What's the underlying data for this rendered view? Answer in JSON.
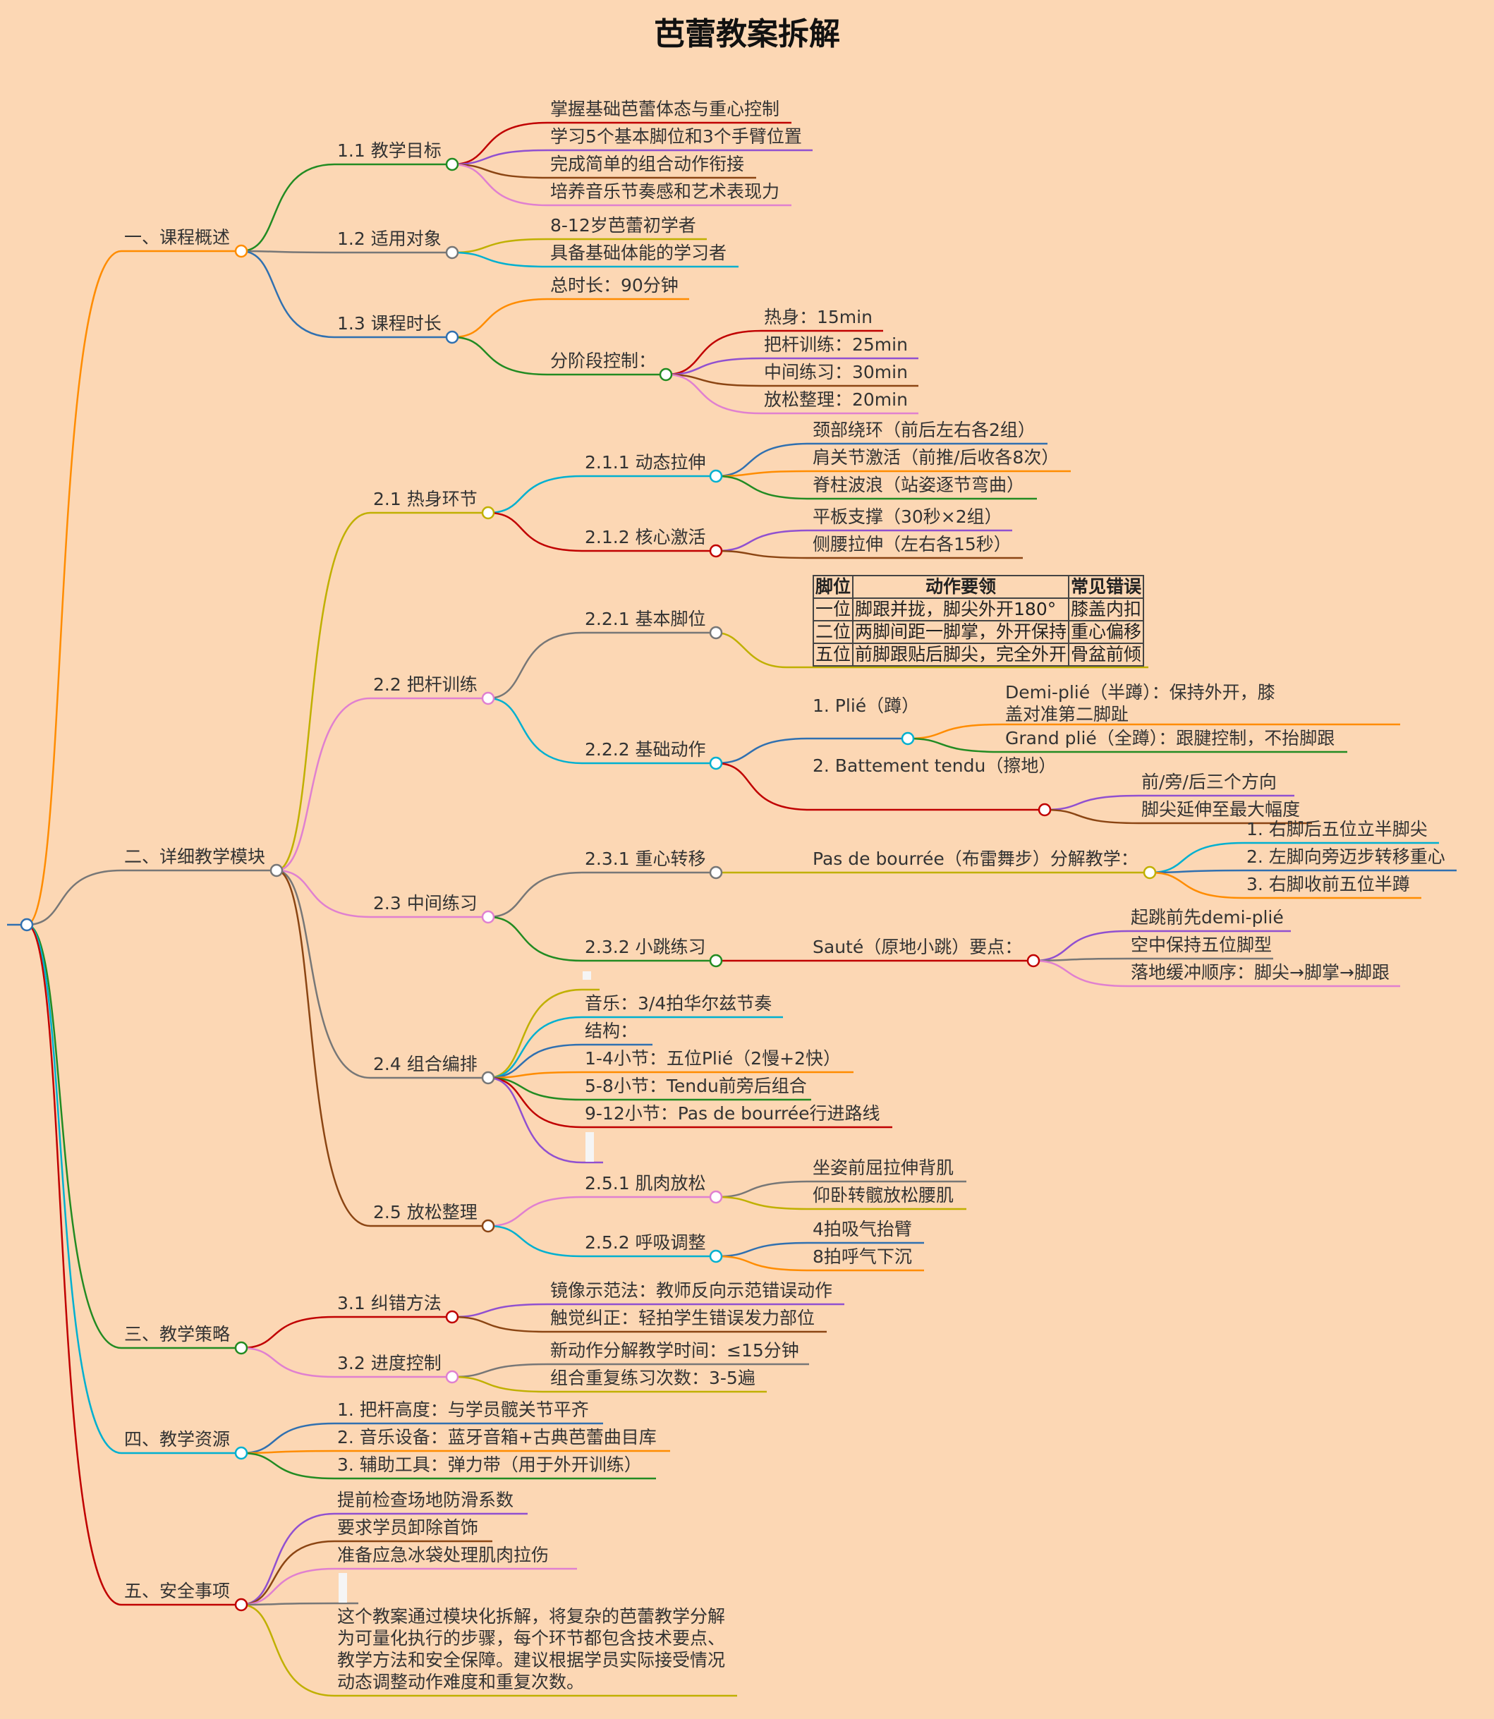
{
  "title": "芭蕾教案拆解",
  "colors": {
    "background": "#fcd7b4",
    "node_fill": "#ffffff",
    "palette": [
      "#ff8c00",
      "#777777",
      "#228b22",
      "#00b0d0",
      "#c00000",
      "#3070b0",
      "#c0b000",
      "#9050d0",
      "#e080d0",
      "#8b4513"
    ]
  },
  "root": {
    "children": [
      {
        "label": "一、课程概述",
        "children": [
          {
            "label": "1.1 教学目标",
            "children": [
              {
                "label": "掌握基础芭蕾体态与重心控制"
              },
              {
                "label": "学习5个基本脚位和3个手臂位置"
              },
              {
                "label": "完成简单的组合动作衔接"
              },
              {
                "label": "培养音乐节奏感和艺术表现力"
              }
            ]
          },
          {
            "label": "1.2 适用对象",
            "children": [
              {
                "label": "8-12岁芭蕾初学者"
              },
              {
                "label": "具备基础体能的学习者"
              }
            ]
          },
          {
            "label": "1.3 课程时长",
            "children": [
              {
                "label": "总时长：90分钟"
              },
              {
                "label": "分阶段控制：",
                "children": [
                  {
                    "label": "热身：15min"
                  },
                  {
                    "label": "把杆训练：25min"
                  },
                  {
                    "label": "中间练习：30min"
                  },
                  {
                    "label": "放松整理：20min"
                  }
                ]
              }
            ]
          }
        ]
      },
      {
        "label": "二、详细教学模块",
        "children": [
          {
            "label": "2.1 热身环节",
            "children": [
              {
                "label": "2.1.1 动态拉伸",
                "children": [
                  {
                    "label": "颈部绕环（前后左右各2组）"
                  },
                  {
                    "label": "肩关节激活（前推/后收各8次）"
                  },
                  {
                    "label": "脊柱波浪（站姿逐节弯曲）"
                  }
                ]
              },
              {
                "label": "2.1.2 核心激活",
                "children": [
                  {
                    "label": "平板支撑（30秒×2组）"
                  },
                  {
                    "label": "侧腰拉伸（左右各15秒）"
                  }
                ]
              }
            ]
          },
          {
            "label": "2.2 把杆训练",
            "children": [
              {
                "label": "2.2.1 基本脚位",
                "table": {
                  "headers": [
                    "脚位",
                    "动作要领",
                    "常见错误"
                  ],
                  "rows": [
                    [
                      "一位",
                      "脚跟并拢，脚尖外开180°",
                      "膝盖内扣"
                    ],
                    [
                      "二位",
                      "两脚间距一脚掌，外开保持",
                      "重心偏移"
                    ],
                    [
                      "五位",
                      "前脚跟贴后脚尖，完全外开",
                      "骨盆前倾"
                    ]
                  ]
                }
              },
              {
                "label": "2.2.2 基础动作",
                "children": [
                  {
                    "label": "1. Plié（蹲）",
                    "children": [
                      {
                        "label": "Demi-plié（半蹲）：保持外开，膝盖对准第二脚趾"
                      },
                      {
                        "label": "Grand plié（全蹲）：跟腱控制，不抬脚跟"
                      }
                    ]
                  },
                  {
                    "label": "2. Battement tendu（擦地）",
                    "children": [
                      {
                        "label": "前/旁/后三个方向"
                      },
                      {
                        "label": "脚尖延伸至最大幅度"
                      }
                    ]
                  }
                ]
              }
            ]
          },
          {
            "label": "2.3 中间练习",
            "children": [
              {
                "label": "2.3.1 重心转移",
                "children": [
                  {
                    "label": "Pas de bourrée（布雷舞步）分解教学：",
                    "children": [
                      {
                        "label": "1. 右脚后五位立半脚尖"
                      },
                      {
                        "label": "2. 左脚向旁迈步转移重心"
                      },
                      {
                        "label": "3. 右脚收前五位半蹲"
                      }
                    ]
                  }
                ]
              },
              {
                "label": "2.3.2 小跳练习",
                "children": [
                  {
                    "label": "Sauté（原地小跳）要点：",
                    "children": [
                      {
                        "label": "起跳前先demi-plié"
                      },
                      {
                        "label": "空中保持五位脚型"
                      },
                      {
                        "label": "落地缓冲顺序：脚尖→脚掌→脚跟"
                      }
                    ]
                  }
                ]
              }
            ]
          },
          {
            "label": "2.4 组合编排",
            "children": [
              {
                "label": ""
              },
              {
                "label": "音乐：3/4拍华尔兹节奏"
              },
              {
                "label": "结构："
              },
              {
                "label": "1-4小节：五位Plié（2慢+2快）"
              },
              {
                "label": "5-8小节：Tendu前旁后组合"
              },
              {
                "label": "9-12小节：Pas de bourrée行进路线"
              },
              {
                "label": ""
              }
            ]
          },
          {
            "label": "2.5 放松整理",
            "children": [
              {
                "label": "2.5.1 肌肉放松",
                "children": [
                  {
                    "label": "坐姿前屈拉伸背肌"
                  },
                  {
                    "label": "仰卧转髋放松腰肌"
                  }
                ]
              },
              {
                "label": "2.5.2 呼吸调整",
                "children": [
                  {
                    "label": "4拍吸气抬臂"
                  },
                  {
                    "label": "8拍呼气下沉"
                  }
                ]
              }
            ]
          }
        ]
      },
      {
        "label": "三、教学策略",
        "children": [
          {
            "label": "3.1 纠错方法",
            "children": [
              {
                "label": "镜像示范法：教师反向示范错误动作"
              },
              {
                "label": "触觉纠正：轻拍学生错误发力部位"
              }
            ]
          },
          {
            "label": "3.2 进度控制",
            "children": [
              {
                "label": "新动作分解教学时间：≤15分钟"
              },
              {
                "label": "组合重复练习次数：3-5遍"
              }
            ]
          }
        ]
      },
      {
        "label": "四、教学资源",
        "children": [
          {
            "label": "1. 把杆高度：与学员髋关节平齐"
          },
          {
            "label": "2. 音乐设备：蓝牙音箱+古典芭蕾曲目库"
          },
          {
            "label": "3. 辅助工具：弹力带（用于外开训练）"
          }
        ]
      },
      {
        "label": "五、安全事项",
        "children": [
          {
            "label": "提前检查场地防滑系数"
          },
          {
            "label": "要求学员卸除首饰"
          },
          {
            "label": "准备应急冰袋处理肌肉拉伤"
          },
          {
            "label": ""
          },
          {
            "label": "这个教案通过模块化拆解，将复杂的芭蕾教学分解为可量化执行的步骤，每个环节都包含技术要点、教学方法和安全保障。建议根据学员实际接受情况动态调整动作难度和重复次数。"
          }
        ]
      }
    ]
  }
}
